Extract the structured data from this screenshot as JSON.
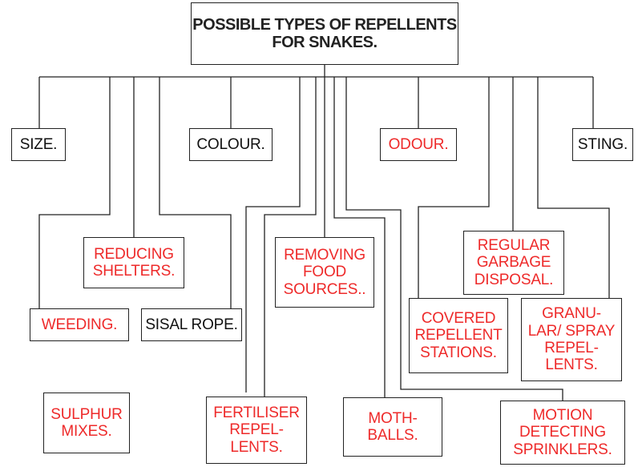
{
  "root": {
    "label": "POSSIBLE TYPES OF REPELLENTS\nFOR SNAKES.",
    "color": "#222222"
  },
  "colors": {
    "black_text": "#111111",
    "red_text": "#ee2a2a",
    "line": "#222222"
  },
  "nodes": {
    "size": "SIZE.",
    "colour": "COLOUR.",
    "odour": "ODOUR.",
    "sting": "STING.",
    "reducing_shelters": "REDUCING\nSHELTERS.",
    "weeding": "WEEDING.",
    "sisal_rope": "SISAL ROPE.",
    "removing_food_sources": "REMOVING\nFOOD\nSOURCES..",
    "regular_garbage_disposal": "REGULAR\nGARBAGE\nDISPOSAL.",
    "covered_repellent_stations": "COVERED\nREPELLENT\nSTATIONS.",
    "granular_spray_repellents": "GRANU-\nLAR/ SPRAY\nREPEL-\nLENTS.",
    "sulphur_mixes": "SULPHUR\nMIXES.",
    "fertiliser_repellents": "FERTILISER\nREPEL-\nLENTS.",
    "moth_balls": "MOTH-\nBALLS.",
    "motion_detecting_sprinklers": "MOTION\nDETECTING\nSPRINKLERS."
  }
}
